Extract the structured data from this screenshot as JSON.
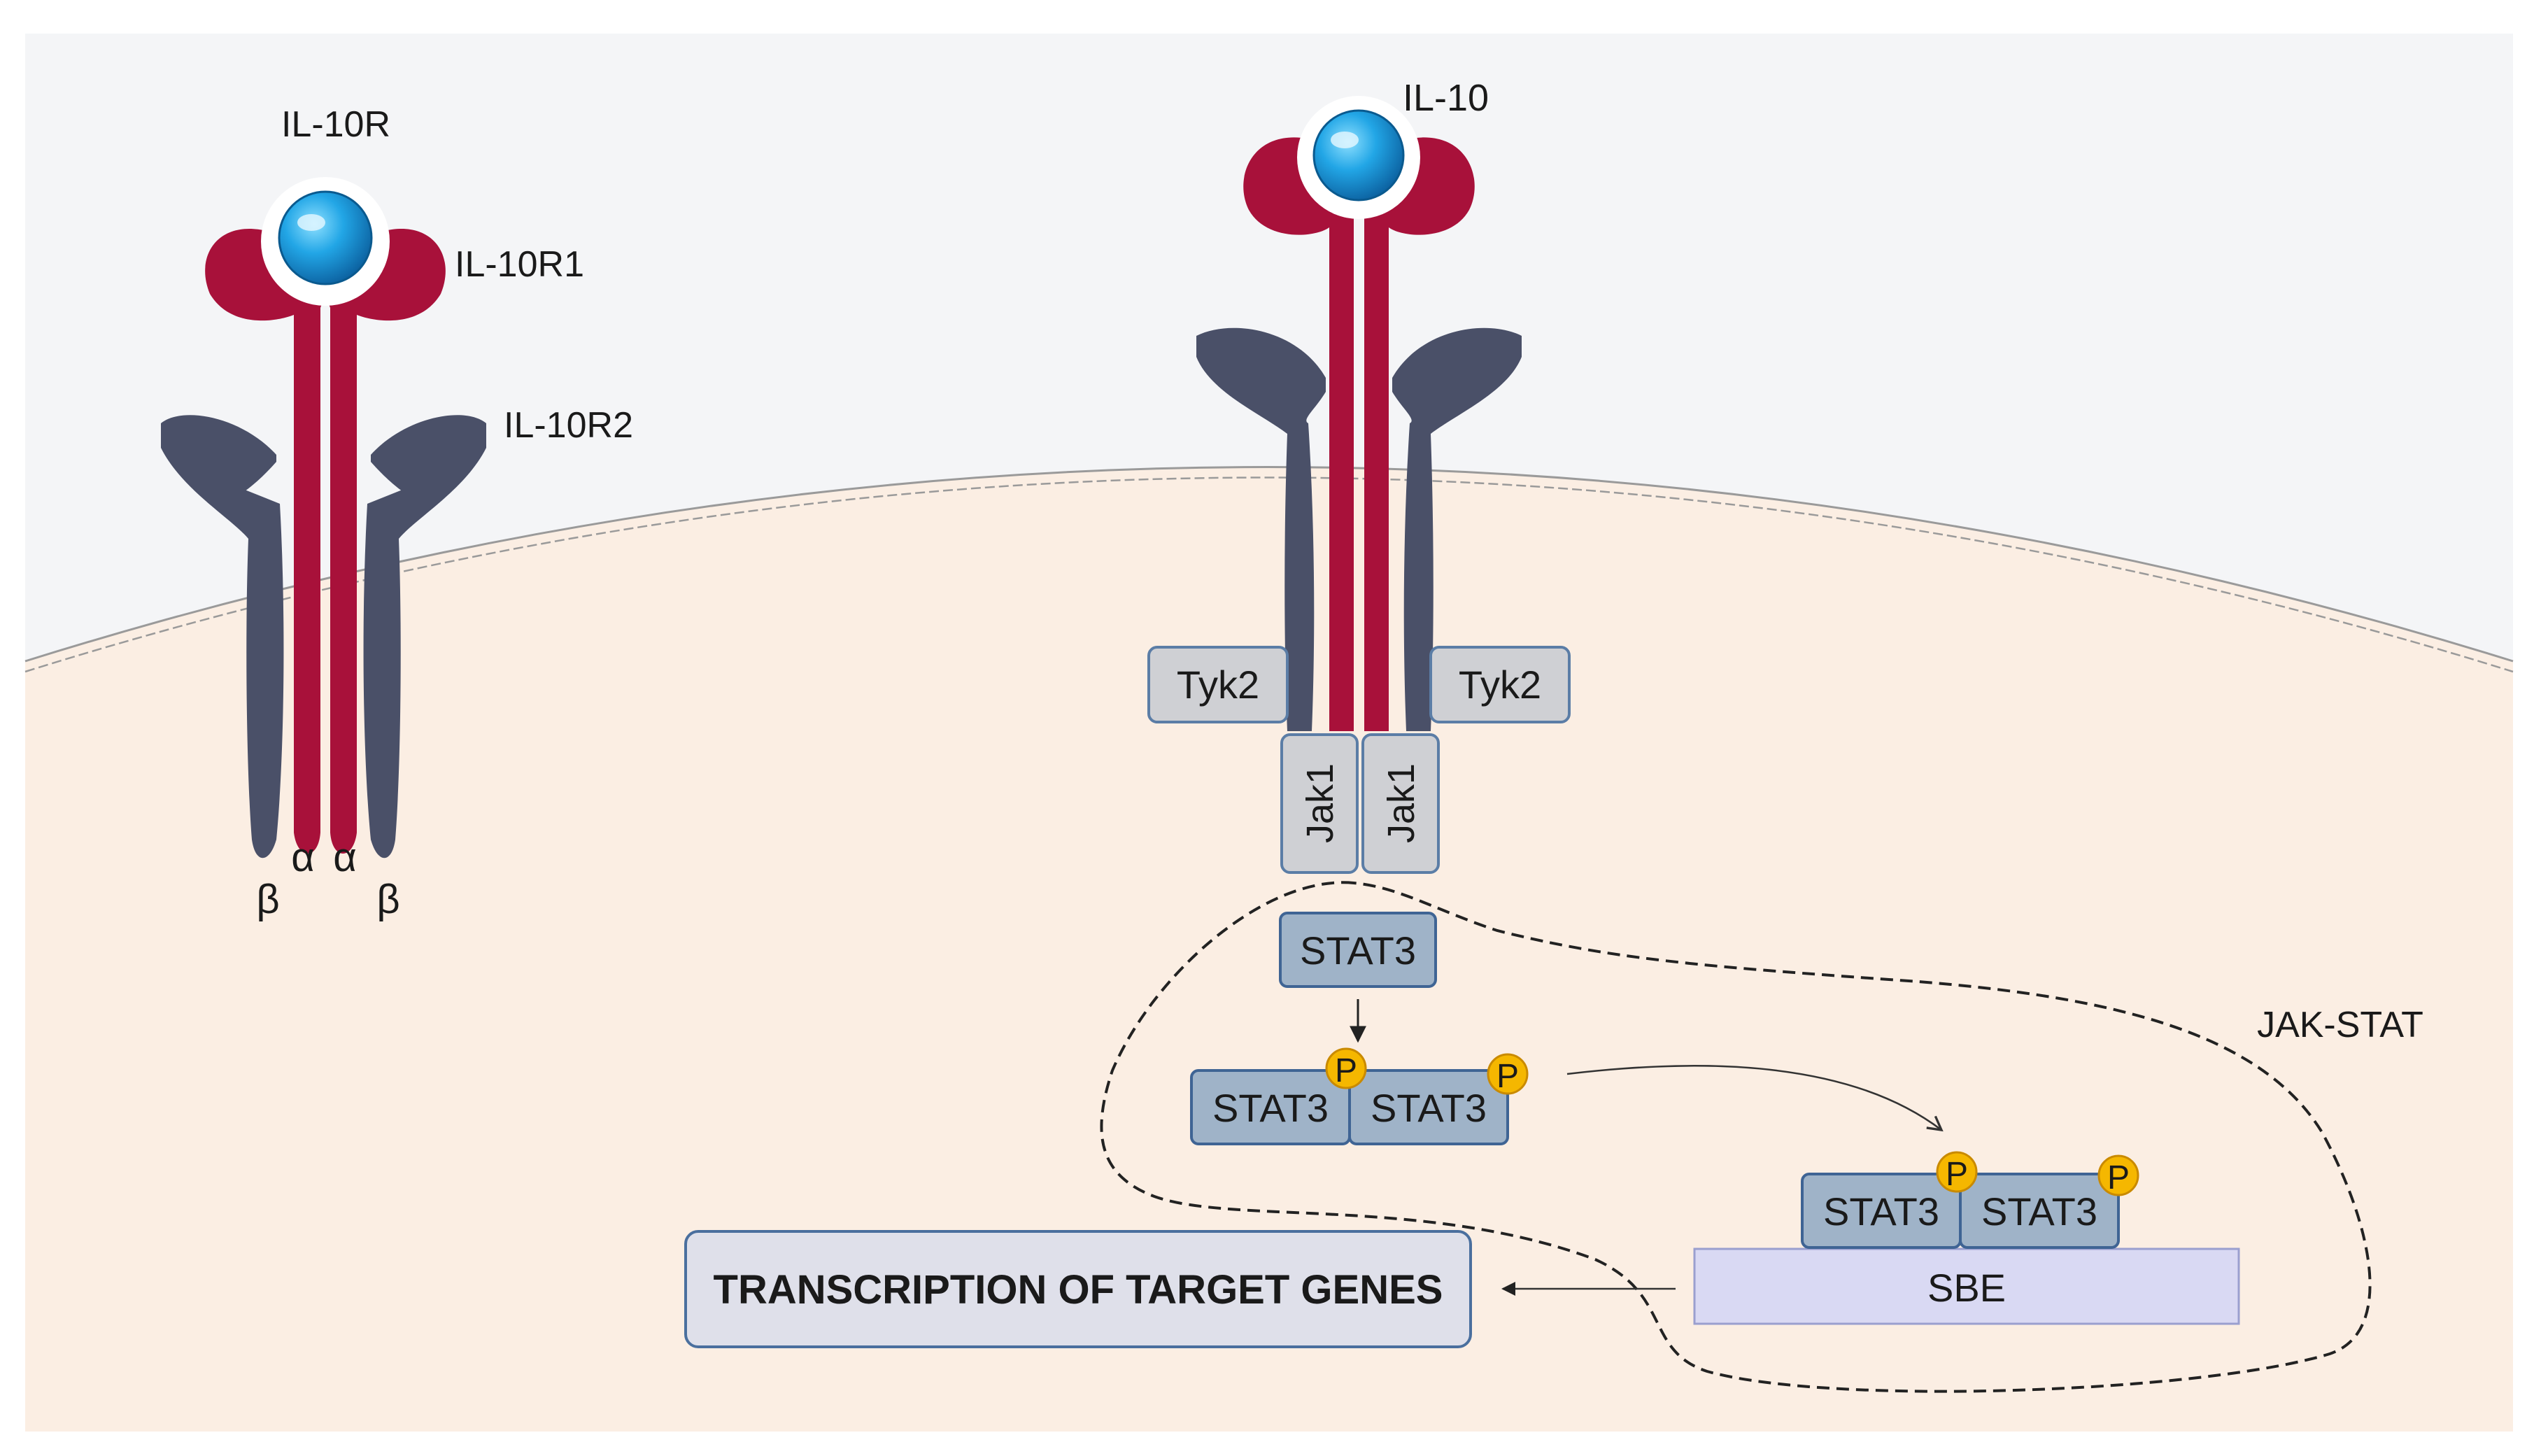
{
  "colors": {
    "background": "#f4f5f7",
    "cytoplasm": "#fbeee3",
    "membrane_line": "#8a8a8a",
    "alpha_chain": "#a8113a",
    "beta_chain": "#4a5068",
    "ligand": "#1e93d2",
    "kinase_box": "#cfd0d4",
    "stat_box": "#9fb3c8",
    "phospho": "#f5b700",
    "sbe_box": "#d9d9f3",
    "transcription_box": "#dfe0ea"
  },
  "left_receptor": {
    "title": "IL-10R",
    "r1_label": "IL-10R1",
    "r2_label": "IL-10R2",
    "chain_labels": [
      "β",
      "α",
      "α",
      "β"
    ]
  },
  "right_receptor": {
    "ligand_label": "IL-10",
    "tyk2_left": "Tyk2",
    "tyk2_right": "Tyk2",
    "jak1_left": "Jak1",
    "jak1_right": "Jak1"
  },
  "pathway": {
    "stat3_monomer": "STAT3",
    "dimer_left": "STAT3",
    "dimer_right": "STAT3",
    "phospho_label": "P",
    "bound_left": "STAT3",
    "bound_right": "STAT3",
    "sbe_label": "SBE",
    "region_label": "JAK-STAT",
    "output_label": "TRANSCRIPTION OF TARGET GENES"
  }
}
